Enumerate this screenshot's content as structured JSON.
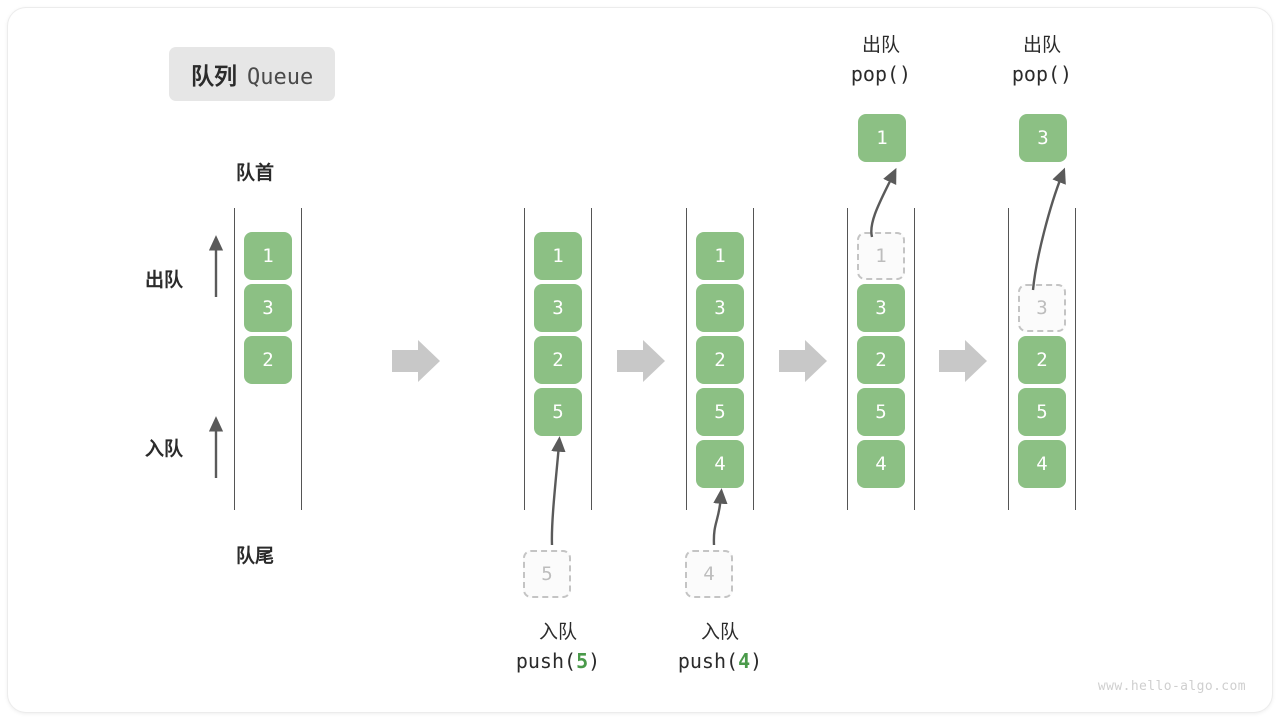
{
  "title": {
    "cn": "队列",
    "en": "Queue"
  },
  "labels": {
    "front": "队首",
    "rear": "队尾",
    "dequeue": "出队",
    "enqueue": "入队"
  },
  "colors": {
    "cell_fill": "#8cc084",
    "cell_text": "#ffffff",
    "ghost_border": "#c4c4c4",
    "ghost_text": "#bdbdbd",
    "rail": "#555555",
    "arrow_gray": "#c8c8c8",
    "arrow_dark": "#5a5a5a",
    "badge_bg": "#e6e6e6",
    "accent_green": "#4a9a4a"
  },
  "steps": [
    {
      "name": "initial",
      "cells": [
        "1",
        "3",
        "2",
        "",
        ""
      ],
      "states": [
        "solid",
        "solid",
        "solid",
        "free",
        "free"
      ]
    },
    {
      "name": "after-push-5",
      "cells": [
        "1",
        "3",
        "2",
        "5",
        ""
      ],
      "states": [
        "solid",
        "solid",
        "solid",
        "solid",
        "free"
      ],
      "incoming": {
        "value": "5",
        "cn": "入队",
        "code_prefix": "push(",
        "code_num": "5",
        "code_suffix": ")"
      }
    },
    {
      "name": "after-push-4",
      "cells": [
        "1",
        "3",
        "2",
        "5",
        "4"
      ],
      "states": [
        "solid",
        "solid",
        "solid",
        "solid",
        "solid"
      ],
      "incoming": {
        "value": "4",
        "cn": "入队",
        "code_prefix": "push(",
        "code_num": "4",
        "code_suffix": ")"
      }
    },
    {
      "name": "after-pop-1",
      "cells": [
        "1",
        "3",
        "2",
        "5",
        "4"
      ],
      "states": [
        "ghost",
        "solid",
        "solid",
        "solid",
        "solid"
      ],
      "outgoing": {
        "value": "1",
        "cn": "出队",
        "code": "pop()",
        "ghost_row": 0
      }
    },
    {
      "name": "after-pop-3",
      "cells": [
        "",
        "3",
        "2",
        "5",
        "4"
      ],
      "states": [
        "free",
        "ghost",
        "solid",
        "solid",
        "solid"
      ],
      "outgoing": {
        "value": "3",
        "cn": "出队",
        "code": "pop()",
        "ghost_row": 1
      }
    }
  ],
  "separators": [
    {
      "name": "step-arrow-1"
    },
    {
      "name": "step-arrow-2"
    },
    {
      "name": "step-arrow-3"
    },
    {
      "name": "step-arrow-4"
    }
  ],
  "watermark": "www.hello-algo.com"
}
